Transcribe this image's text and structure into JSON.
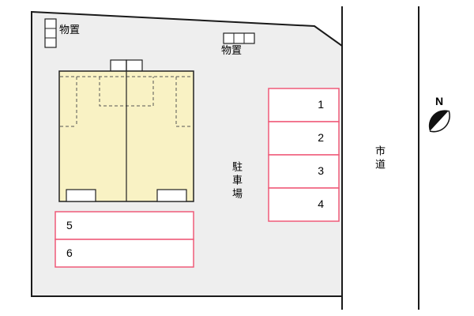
{
  "plan": {
    "sheds": [
      {
        "label": "物置"
      },
      {
        "label": "物置"
      }
    ],
    "parking_lot_label": "駐車場",
    "road_label": "市道",
    "north_label": "N",
    "spaces": [
      "1",
      "2",
      "3",
      "4",
      "5",
      "6"
    ],
    "colors": {
      "plot_fill": "#eeeeee",
      "building_fill": "#f9f2c4",
      "space_stroke": "#ef5a78",
      "space_fill": "#ffffff",
      "outline": "#1a1a1a"
    }
  }
}
